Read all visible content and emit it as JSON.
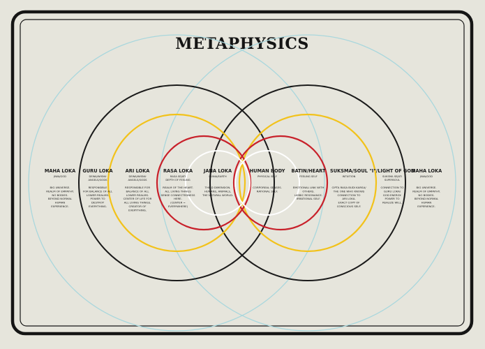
{
  "title": "METAPHYSICS",
  "colors": {
    "background": "#e6e5dc",
    "frame": "#151515",
    "cyan_ring": "#a9d7dd",
    "black_ring": "#1a1a1a",
    "yellow_ring": "#f2c21a",
    "red_ring": "#c8202a",
    "white_ring": "#ffffff"
  },
  "labels": [
    {
      "title": "MAHA LOKA",
      "sub": [
        "JIWA/GOD"
      ],
      "desc": [
        "BIG UNIVERSE.",
        "REALM OF EMPATHY.",
        "NO BODIES.",
        "BEYOND NORMAL",
        "HUMAN",
        "EXPERIENCE."
      ]
    },
    {
      "title": "GURU LOKA",
      "sub": [
        "DEWA/WISNU",
        "ANGELS/GODS"
      ],
      "desc": [
        "RESPONSIBLE",
        "FOR BALANCE OF ALL",
        "LOWER REALMS.",
        "POWER TO",
        "DESTROY",
        "EVERYTHING."
      ]
    },
    {
      "title": "ARI LOKA",
      "sub": [
        "DEWA/WISNU",
        "ANGELS/GODS"
      ],
      "desc": [
        "RESPONSIBLE FOR",
        "BALANCE OF ALL",
        "LOWER REALMS.",
        "CENTER OF LIFE FOR",
        "ALL LIVING THINGS.",
        "CREATOR OF",
        "EVERYTHING."
      ]
    },
    {
      "title": "RASA LOKA",
      "sub": [
        "RASA SEJATI",
        "DEPTH OF FEELING"
      ],
      "desc": [
        "REALM OF THE HEART.",
        "ALL LIVING THINGS",
        "SENSE CONNECTEDNESS",
        "HERE.",
        "(CENTER =",
        "EVERYWHERE)"
      ]
    },
    {
      "title": "JANA LOKA",
      "sub": [
        "DUNIA/EARTH"
      ],
      "desc": [
        "THIRD DIMENSION.",
        "HUMANS, ANIMALS,",
        "THE NATURAL WORLD."
      ]
    },
    {
      "title": "HUMAN BODY",
      "sub": [
        "PHYSICAL SELF"
      ],
      "desc": [
        "CORPOREAL SENSES.",
        "RATIONAL SELF."
      ]
    },
    {
      "title": "BATIN/HEART",
      "sub": [
        "FEELING SELF"
      ],
      "desc": [
        "EMOTIONAL LINK WITH",
        "OTHERS.",
        "LIMBIC RESONANCE.",
        "IRRATIONAL SELF."
      ]
    },
    {
      "title": "SUKSMA/SOUL",
      "sub": [
        "INTUITION"
      ],
      "desc": [
        "CIPTA RASA BUDI KARSA/",
        "THE ONE WHO KNOWS",
        "CONNECTION TO",
        "ARI LOKA.",
        "EXACT COPY OF",
        "CONSCIOUS SELF."
      ]
    },
    {
      "title": "\"I\"/LIGHT OF GOD",
      "sub": [
        "SUKSMA SEJATI",
        "SUPERSOUL"
      ],
      "desc": [
        "CONNECTION TO",
        "GURU LOKA/",
        "GOD ENERGY.",
        "POWER TO",
        "REALIZE WILL."
      ]
    },
    {
      "title": "MAHA LOKA",
      "sub": [
        "JIWA/GOD"
      ],
      "desc": [
        "BIG UNIVERSE.",
        "REALM OF EMPATHY.",
        "NO BODIES.",
        "BEYOND NORMAL",
        "HUMAN",
        "EXPERIENCE."
      ]
    }
  ]
}
